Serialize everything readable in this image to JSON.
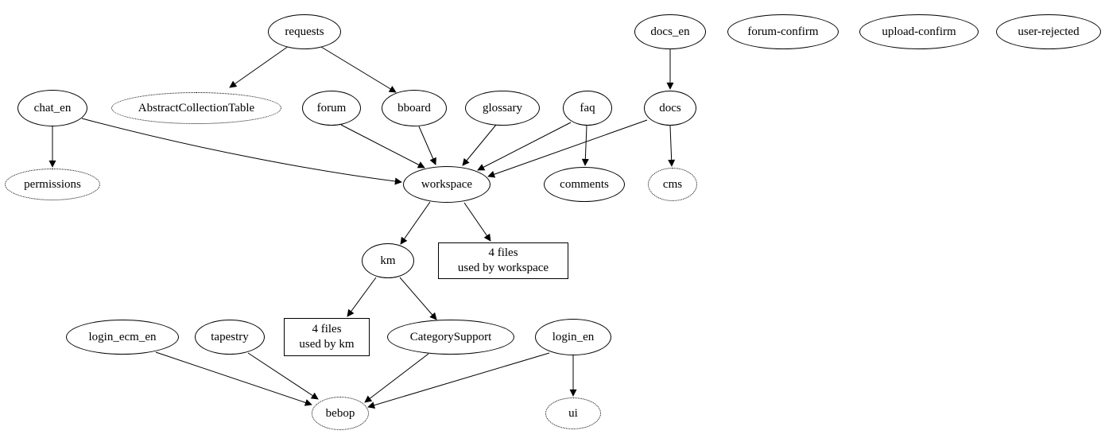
{
  "diagram": {
    "type": "dependency-graph",
    "nodes": {
      "requests": {
        "label": "requests",
        "style": "solid"
      },
      "docs_en": {
        "label": "docs_en",
        "style": "solid"
      },
      "forum_confirm": {
        "label": "forum-confirm",
        "style": "solid"
      },
      "upload_confirm": {
        "label": "upload-confirm",
        "style": "solid"
      },
      "user_rejected": {
        "label": "user-rejected",
        "style": "solid"
      },
      "chat_en": {
        "label": "chat_en",
        "style": "solid"
      },
      "AbstractCollectionTable": {
        "label": "AbstractCollectionTable",
        "style": "dotted"
      },
      "forum": {
        "label": "forum",
        "style": "solid"
      },
      "bboard": {
        "label": "bboard",
        "style": "solid"
      },
      "glossary": {
        "label": "glossary",
        "style": "solid"
      },
      "faq": {
        "label": "faq",
        "style": "solid"
      },
      "docs": {
        "label": "docs",
        "style": "solid"
      },
      "permissions": {
        "label": "permissions",
        "style": "dotted"
      },
      "workspace": {
        "label": "workspace",
        "style": "solid"
      },
      "comments": {
        "label": "comments",
        "style": "solid"
      },
      "cms": {
        "label": "cms",
        "style": "dotted"
      },
      "km": {
        "label": "km",
        "style": "solid"
      },
      "login_ecm_en": {
        "label": "login_ecm_en",
        "style": "solid"
      },
      "tapestry": {
        "label": "tapestry",
        "style": "solid"
      },
      "CategorySupport": {
        "label": "CategorySupport",
        "style": "solid"
      },
      "login_en": {
        "label": "login_en",
        "style": "solid"
      },
      "bebop": {
        "label": "bebop",
        "style": "dotted"
      },
      "ui": {
        "label": "ui",
        "style": "dotted"
      }
    },
    "boxes": {
      "workspace_files": {
        "line1": "4 files",
        "line2": "used by workspace"
      },
      "km_files": {
        "line1": "4 files",
        "line2": "used by km"
      }
    },
    "edges": [
      {
        "from": "requests",
        "to": "AbstractCollectionTable"
      },
      {
        "from": "requests",
        "to": "bboard"
      },
      {
        "from": "chat_en",
        "to": "workspace"
      },
      {
        "from": "chat_en",
        "to": "permissions"
      },
      {
        "from": "forum",
        "to": "workspace"
      },
      {
        "from": "bboard",
        "to": "workspace"
      },
      {
        "from": "glossary",
        "to": "workspace"
      },
      {
        "from": "faq",
        "to": "workspace"
      },
      {
        "from": "faq",
        "to": "comments"
      },
      {
        "from": "docs_en",
        "to": "docs"
      },
      {
        "from": "docs",
        "to": "workspace"
      },
      {
        "from": "docs",
        "to": "cms"
      },
      {
        "from": "workspace",
        "to": "km"
      },
      {
        "from": "workspace",
        "to": "workspace_files"
      },
      {
        "from": "km",
        "to": "km_files"
      },
      {
        "from": "km",
        "to": "CategorySupport"
      },
      {
        "from": "login_ecm_en",
        "to": "bebop"
      },
      {
        "from": "tapestry",
        "to": "bebop"
      },
      {
        "from": "CategorySupport",
        "to": "bebop"
      },
      {
        "from": "login_en",
        "to": "bebop"
      },
      {
        "from": "login_en",
        "to": "ui"
      }
    ]
  }
}
